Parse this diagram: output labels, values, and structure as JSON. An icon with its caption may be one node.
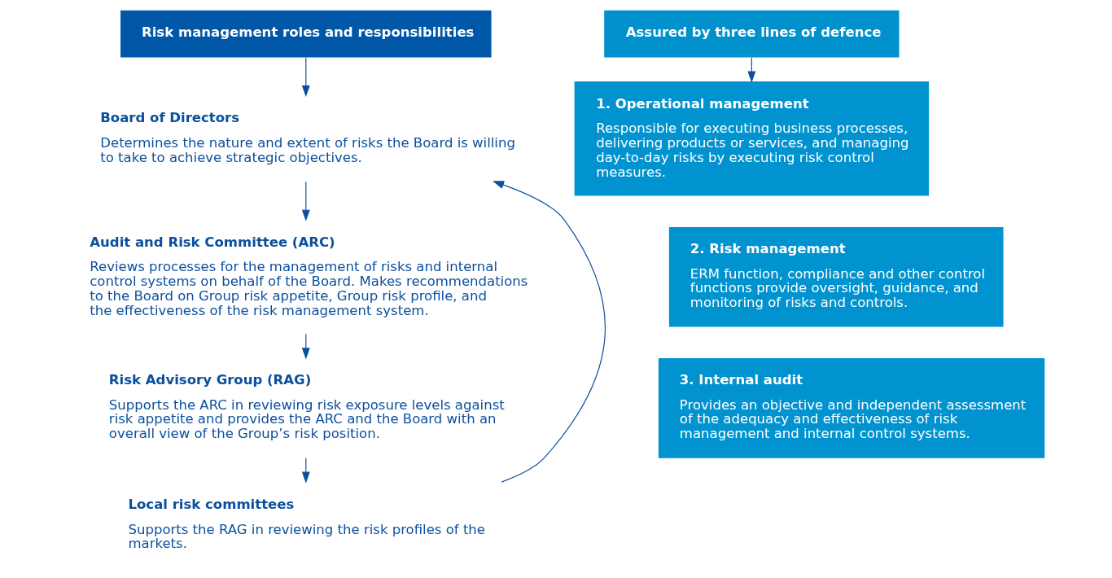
{
  "diagram": {
    "nodes": [
      {
        "text": [
          "Risk management roles and responsibilities"
        ]
      },
      {
        "text": [
          "Board of Directors",
          "Determines the nature and extent of risks the Board is willing to take to achieve strategic objectives."
        ]
      },
      {
        "text": [
          "Audit and Risk Committee (ARC)",
          "Reviews processes for the management of risks and internal control systems on behalf of the Board. Makes recommendations to the Board on Group risk appetite, Group risk profile, and the effectiveness of the risk management system."
        ]
      },
      {
        "text": [
          "Risk Advisory Group (RAG)",
          "Supports the ARC in reviewing risk exposure levels against risk appetite and provides the ARC and the Board with an overall view of the Group’s risk position."
        ]
      },
      {
        "text": [
          "Local risk committees",
          "Supports the RAG in reviewing the risk profiles of the markets."
        ]
      },
      {
        "text": [
          "Assured by three lines of defence"
        ]
      },
      {
        "text": [
          "1. Operational management",
          "Responsible for executing business processes, delivering products or services, and managing day-to-day risks by executing risk control measures."
        ]
      },
      {
        "text": [
          "2. Risk management",
          "ERM function, compliance and other control functions provide oversight, guidance, and monitoring of risks and controls."
        ]
      },
      {
        "text": [
          "3. Internal audit",
          "Provides an objective and independent assessment of the adequacy and effectiveness of risk management and internal control systems."
        ]
      }
    ],
    "edges": [
      {
        "from": 0,
        "to": 1,
        "arrow": "to"
      },
      {
        "from": 1,
        "to": 2,
        "arrow": "to"
      },
      {
        "from": 2,
        "to": 3,
        "arrow": "to"
      },
      {
        "from": 3,
        "to": 4,
        "arrow": "to"
      },
      {
        "from": 5,
        "to": 6,
        "arrow": "to"
      },
      {
        "from": 4,
        "to": 1,
        "arrow": "to"
      }
    ]
  }
}
